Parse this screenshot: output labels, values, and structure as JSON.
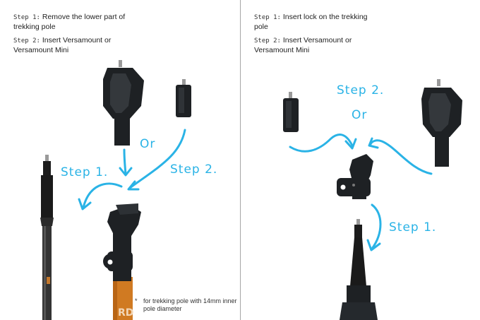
{
  "left_panel": {
    "step1_label": "Step 1:",
    "step1_text": "Remove the lower part of trekking pole",
    "step2_label": "Step 2:",
    "step2_text": "Insert Versamount or Versamount Mini",
    "annotation_or": "Or",
    "annotation_step1": "Step 1.",
    "annotation_step2": "Step 2.",
    "footnote_star": "*",
    "footnote_text": "for trekking pole with 14mm inner pole diameter",
    "pole_print": "RD"
  },
  "right_panel": {
    "step1_label": "Step 1:",
    "step1_text": "Insert lock on the trekking pole",
    "step2_label": "Step 2:",
    "step2_text": "Insert Versamount or Versamount Mini",
    "annotation_step2": "Step 2.",
    "annotation_or": "Or",
    "annotation_step1": "Step 1."
  },
  "colors": {
    "arrow": "#2ab3e6",
    "part_dark": "#1e2124",
    "pole_orange": "#d07a22",
    "divider": "#a6a6a6"
  }
}
